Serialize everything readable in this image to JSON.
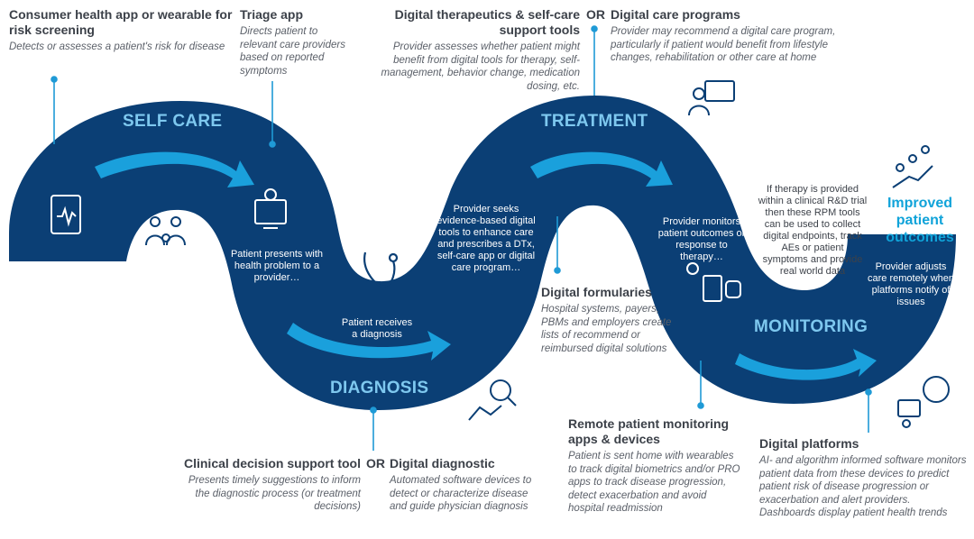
{
  "colors": {
    "band": "#0b3f75",
    "accent": "#7ec8ef",
    "outcome": "#10a3d9",
    "icon": "#0b3f75"
  },
  "callouts": {
    "consumer": {
      "title": "Consumer health app or wearable for risk screening",
      "desc": "Detects or assesses a patient's risk for disease"
    },
    "triage": {
      "title": "Triage app",
      "desc": "Directs patient to relevant care providers based on reported symptoms"
    },
    "dtx": {
      "title": "Digital therapeutics & self-care support tools",
      "desc": "Provider assesses whether patient might benefit from digital tools for therapy, self-management, behavior change, medication dosing, etc."
    },
    "or_label": "OR",
    "programs": {
      "title": "Digital care programs",
      "desc": "Provider may recommend a digital care program, particularly if patient would benefit from lifestyle changes, rehabilitation or other care at home"
    },
    "formularies": {
      "title": "Digital formularies",
      "desc": "Hospital systems, payers, PBMs and employers create lists of recommend  or reimbursed digital solutions"
    },
    "cds": {
      "title": "Clinical decision support tool",
      "desc": "Presents timely suggestions to inform the diagnostic process (or treatment decisions)"
    },
    "diagnostic": {
      "title": "Digital diagnostic",
      "desc": "Automated software devices to detect or characterize disease and guide physician diagnosis"
    },
    "rpm": {
      "title": "Remote patient monitoring apps & devices",
      "desc": "Patient is sent home with wearables to track digital biometrics and/or PRO apps to track disease progression, detect exacerbation and avoid hospital readmission"
    },
    "platforms": {
      "title": "Digital platforms",
      "desc": "AI- and algorithm informed software monitors patient data from these devices to predict patient risk of disease progression or exacerbation and alert providers. Dashboards display patient health trends"
    }
  },
  "stages": {
    "self_care": "SELF CARE",
    "diagnosis": "DIAGNOSIS",
    "treatment": "TREATMENT",
    "monitoring": "MONITORING"
  },
  "band_text": {
    "presents": "Patient presents with health problem to a provider…",
    "receives": "Patient receives a diagnosis",
    "seeks": "Provider seeks evidence-based digital tools to enhance care and prescribes a DTx, self-care app or digital care program…",
    "monitors": "Provider monitors patient outcomes or response to therapy…",
    "adjusts": "Provider adjusts care remotely when platforms notify of issues"
  },
  "trial_note": "If therapy is provided within a clinical R&D trial then these RPM tools can be used to collect digital endpoints, track AEs or patient symptoms and provide real world data",
  "outcome": "Improved patient outcomes"
}
